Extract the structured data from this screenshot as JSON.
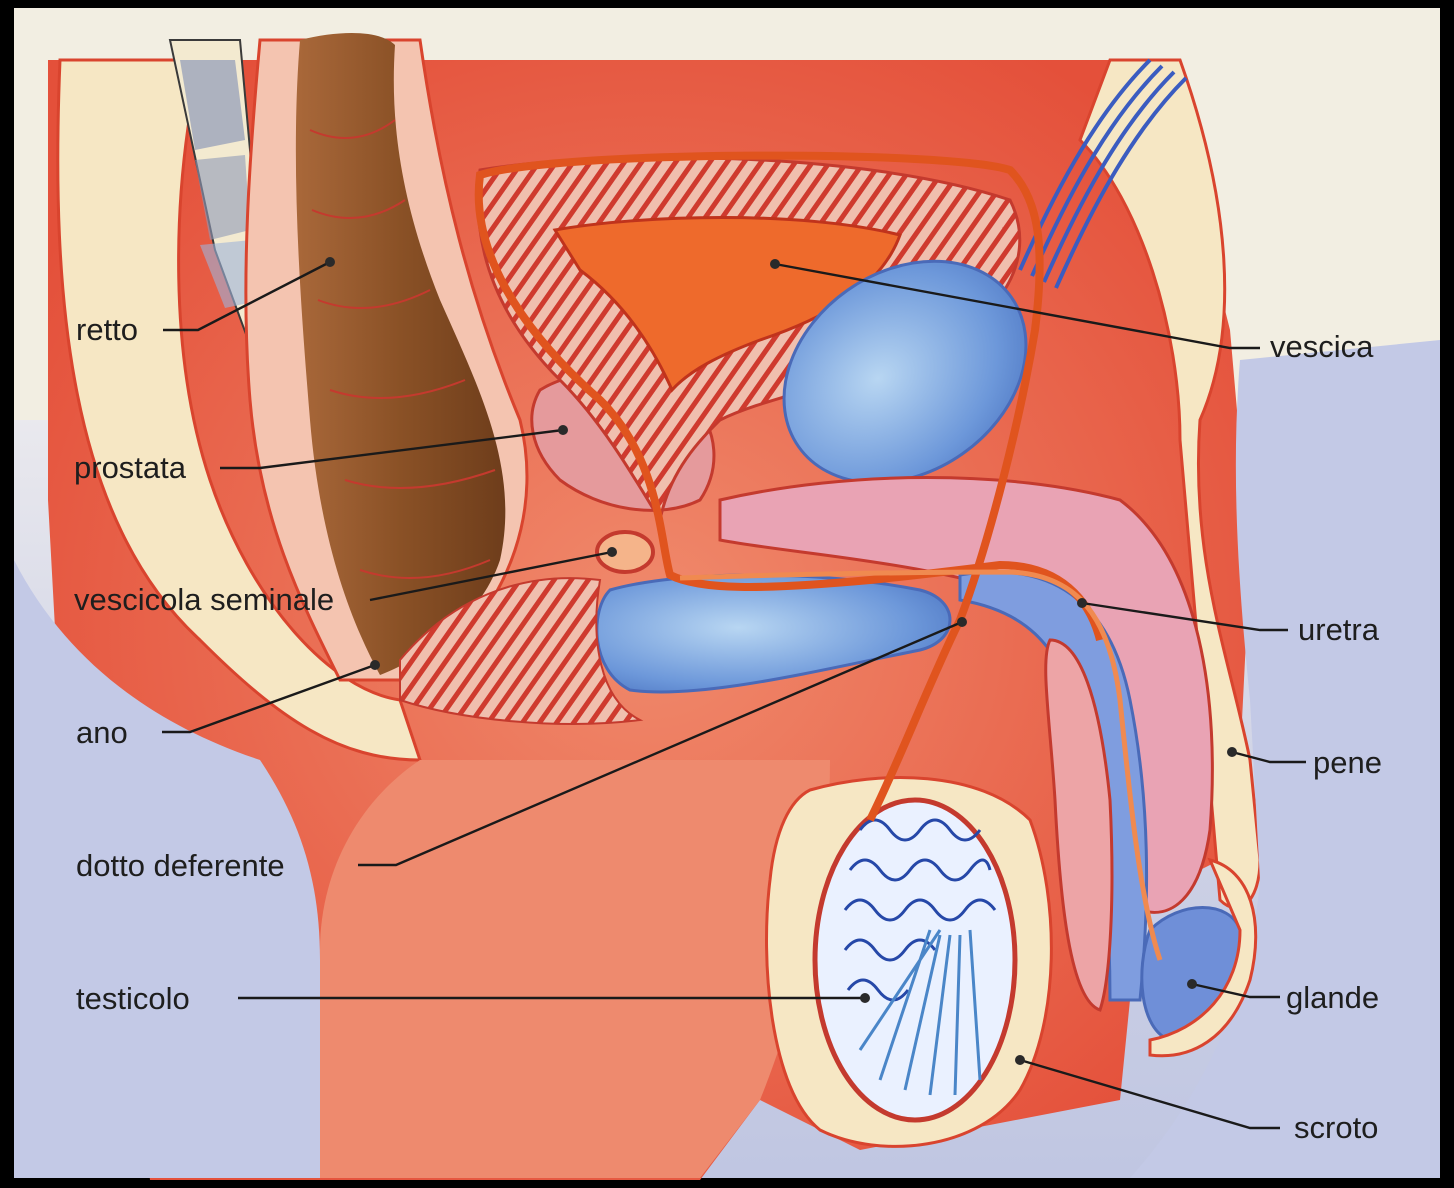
{
  "labels": {
    "retto": "retto",
    "prostata": "prostata",
    "vescicola_seminale": "vescicola seminale",
    "ano": "ano",
    "dotto_deferente": "dotto deferente",
    "testicolo": "testicolo",
    "vescica": "vescica",
    "uretra": "uretra",
    "pene": "pene",
    "glande": "glande",
    "scroto": "scroto"
  },
  "colors": {
    "frame": "#000000",
    "paper": "#f2eee2",
    "background_blue": "#c8cde6",
    "skin_cream": "#f6e7c4",
    "tissue_red": "#e8624a",
    "tissue_pink": "#eda4a6",
    "rectum_brown": "#8a5126",
    "bladder_orange": "#ee6a2c",
    "vessel_blue": "#5a78c8",
    "duct_orange": "#e0541e",
    "label_text": "#1e1e1e"
  }
}
